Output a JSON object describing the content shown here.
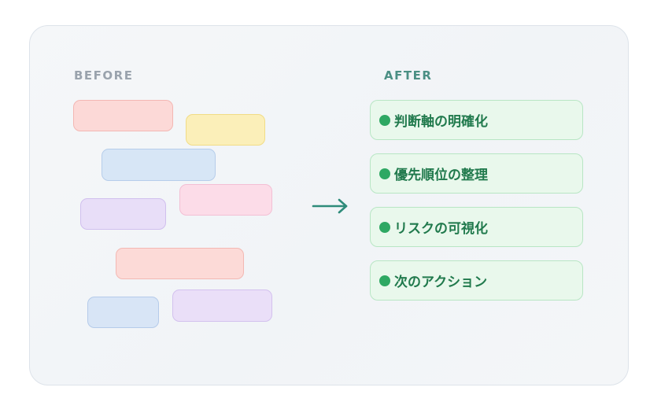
{
  "before": {
    "heading": "BEFORE",
    "chips": [
      {
        "color": "#fcd9d7"
      },
      {
        "color": "#fbefb9"
      },
      {
        "color": "#d7e6f6"
      },
      {
        "color": "#fcdce8"
      },
      {
        "color": "#e8def8"
      },
      {
        "color": "#fcdad7"
      },
      {
        "color": "#eadff8"
      },
      {
        "color": "#d8e5f6"
      }
    ]
  },
  "after": {
    "heading": "AFTER",
    "items": [
      {
        "label": "判断軸の明確化"
      },
      {
        "label": "優先順位の整理"
      },
      {
        "label": "リスクの可視化"
      },
      {
        "label": "次のアクション"
      }
    ]
  },
  "colors": {
    "accent": "#2e8b7a",
    "item_dot": "#2ea863",
    "item_text": "#217a4d",
    "item_bg": "#e9f8ec"
  },
  "icons": {
    "arrow": "arrow-right-icon",
    "bullet": "dot-icon"
  }
}
